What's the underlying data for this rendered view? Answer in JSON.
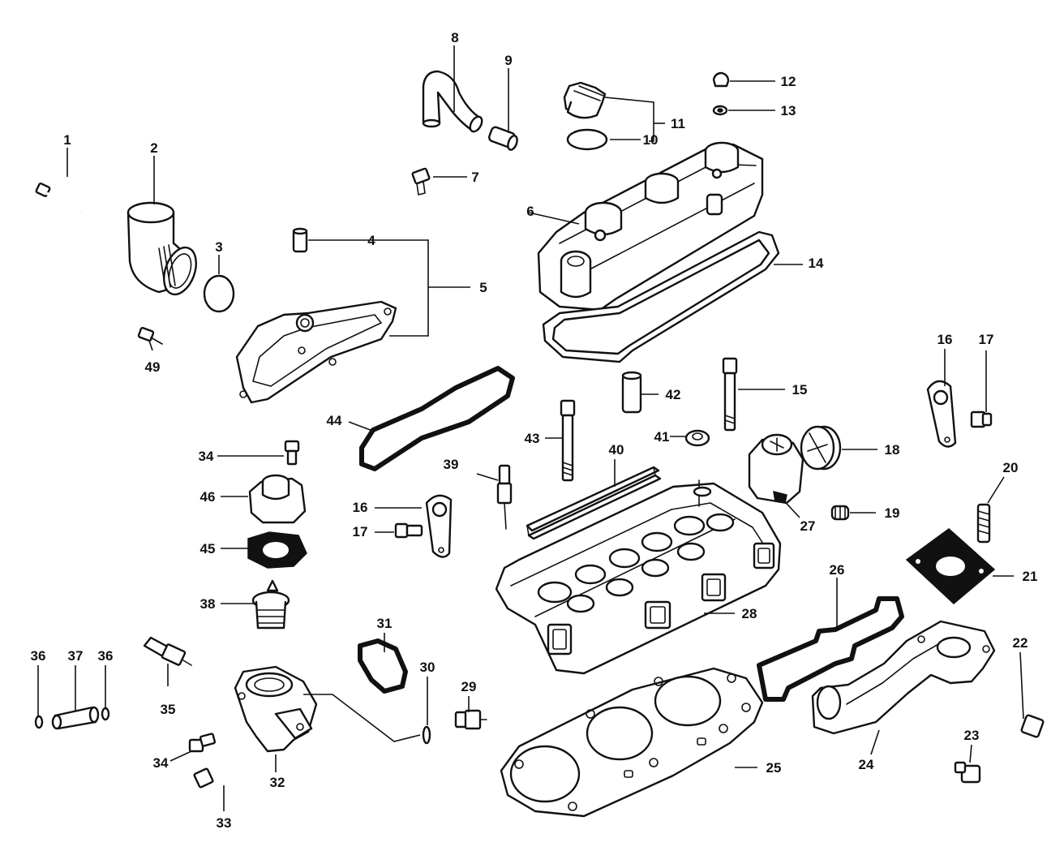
{
  "callouts": [
    "1",
    "2",
    "3",
    "4",
    "5",
    "6",
    "7",
    "8",
    "9",
    "10",
    "11",
    "12",
    "13",
    "14",
    "15",
    "16",
    "17",
    "16",
    "17",
    "18",
    "19",
    "20",
    "21",
    "22",
    "23",
    "24",
    "25",
    "26",
    "27",
    "28",
    "29",
    "30",
    "31",
    "32",
    "33",
    "34",
    "34",
    "35",
    "36",
    "36",
    "37",
    "38",
    "39",
    "40",
    "41",
    "42",
    "43",
    "44",
    "45",
    "46",
    "49"
  ],
  "colors": {
    "ink": "#111111",
    "paper": "#ffffff"
  }
}
